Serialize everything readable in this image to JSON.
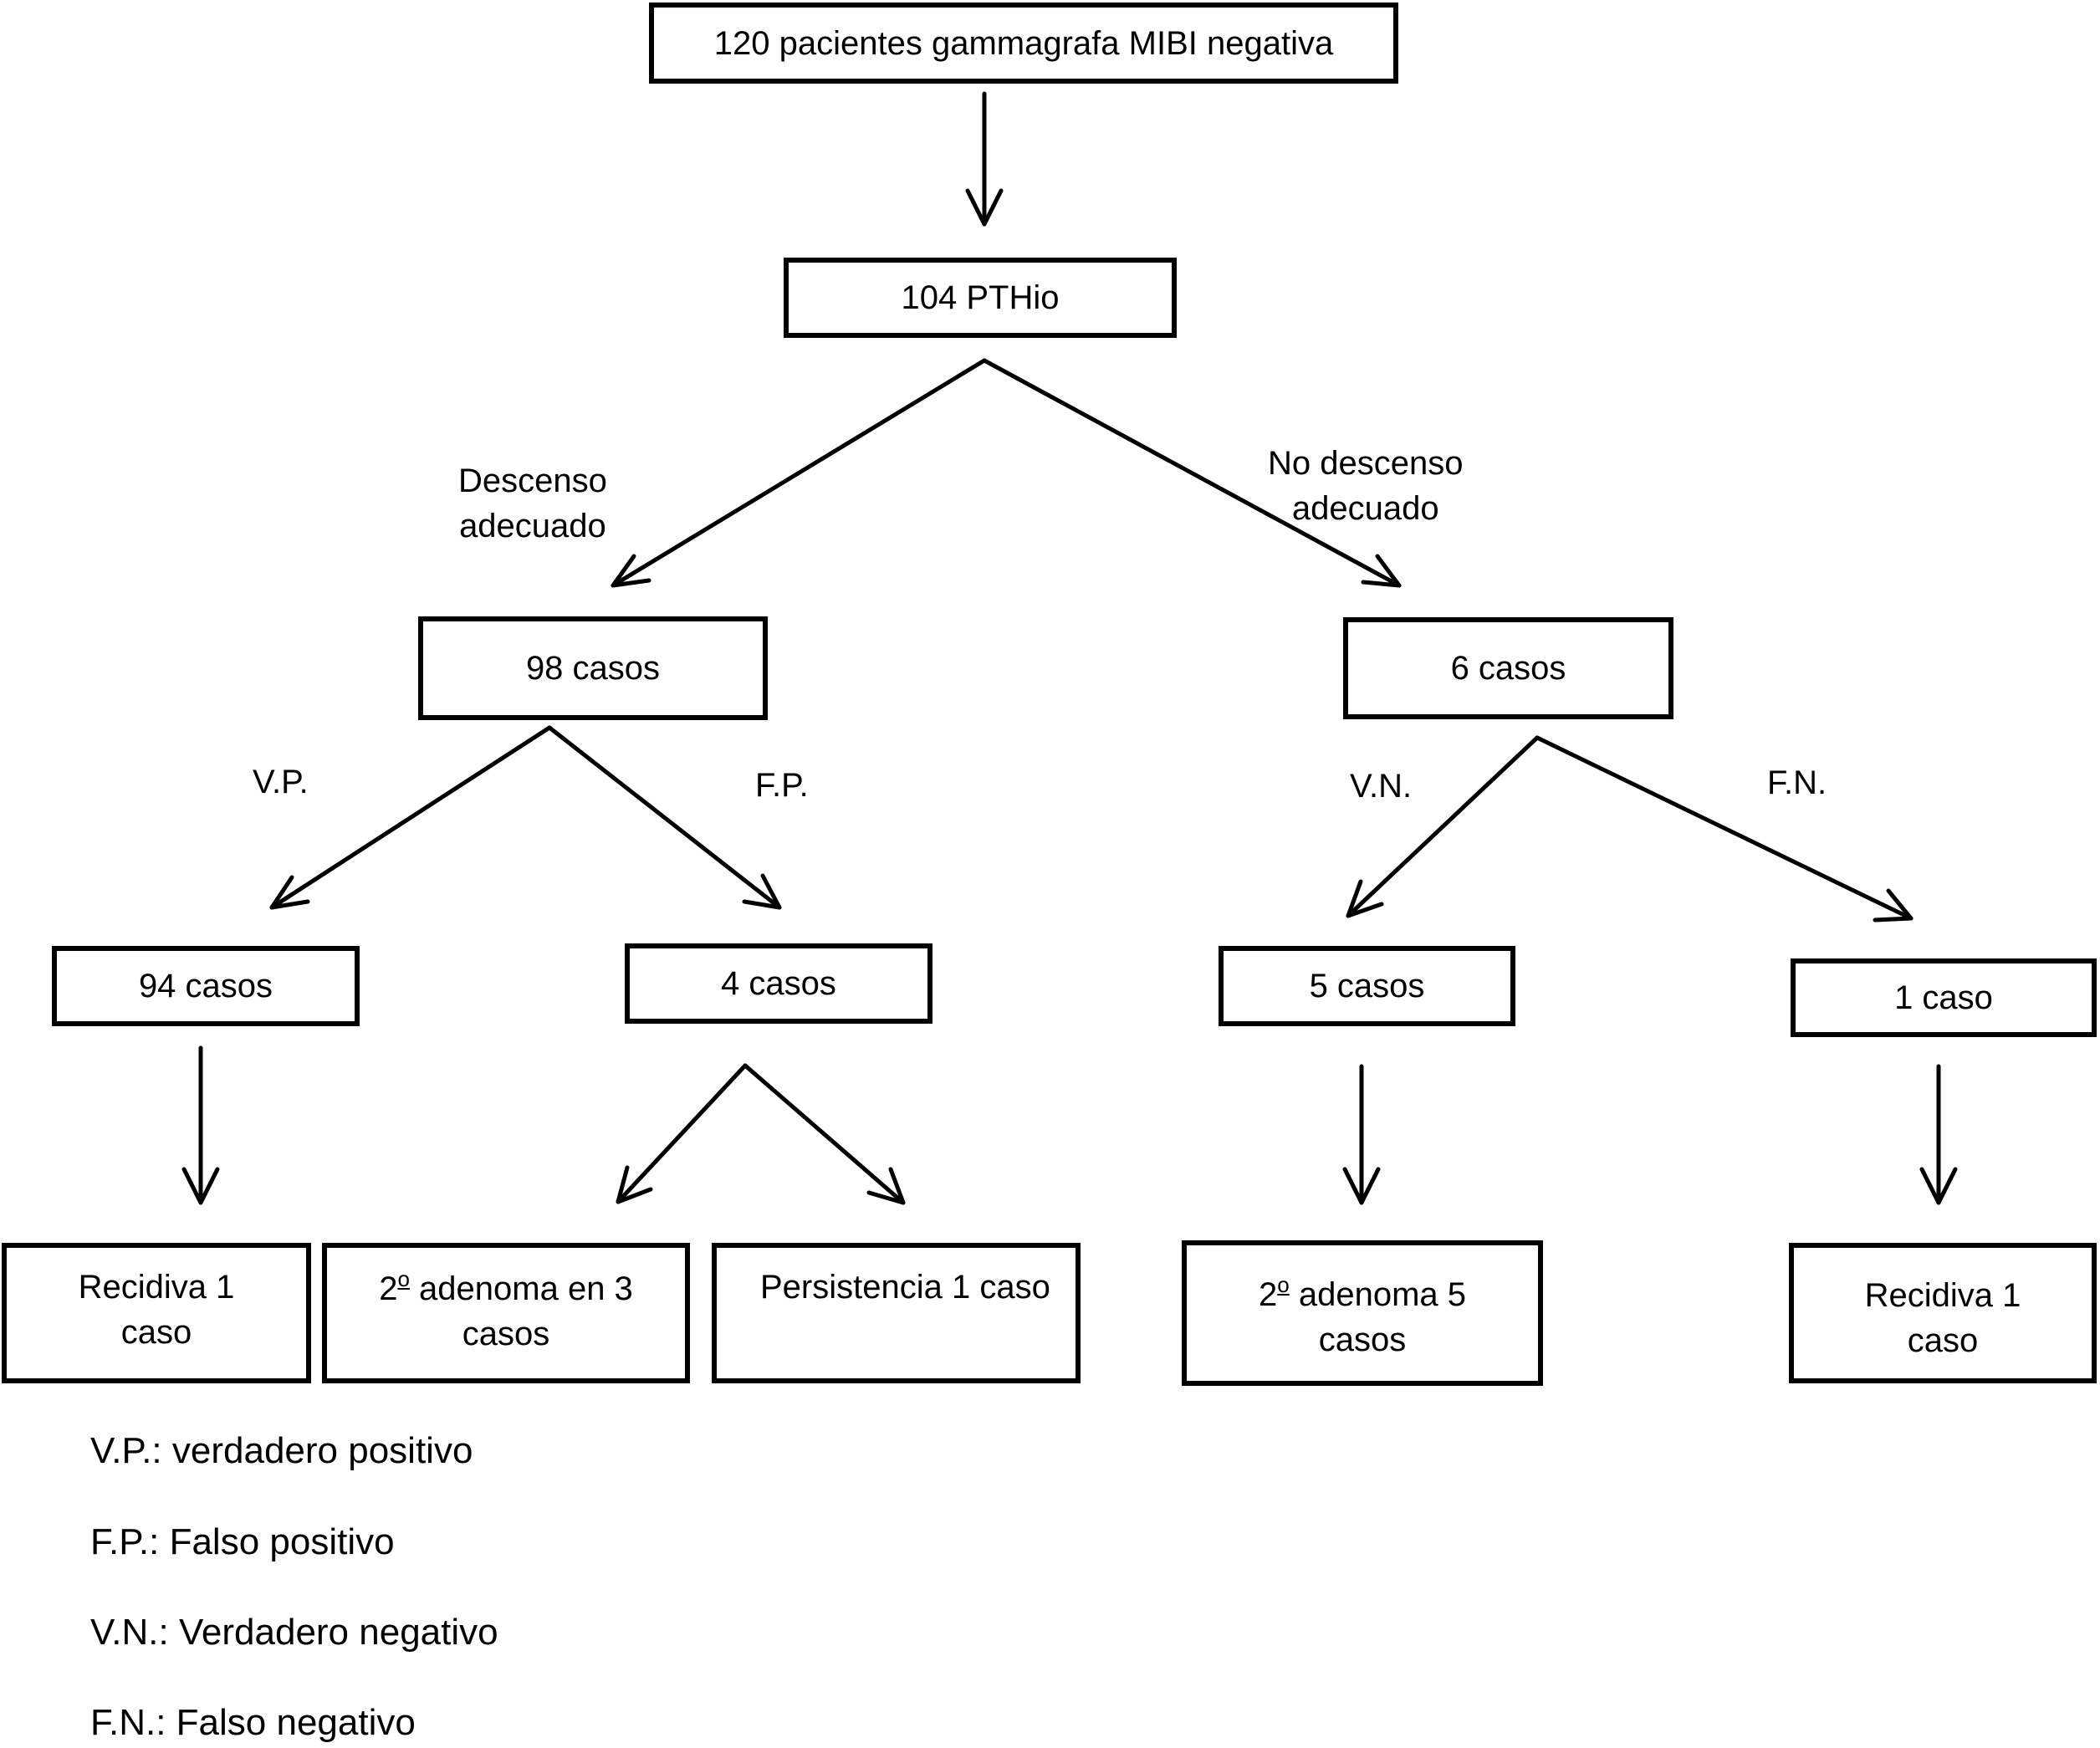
{
  "nodes": {
    "root": "120 pacientes gammagrafa MIBI negativa",
    "pthio": "104 PTHio",
    "left_98": "98 casos",
    "right_6": "6 casos",
    "vp_94": "94 casos",
    "fp_4": "4 casos",
    "vn_5": "5 casos",
    "fn_1": "1 caso",
    "recidiva_left": {
      "line1": "Recidiva 1",
      "line2": "caso"
    },
    "adenoma_3": {
      "prefix": "2",
      "sup": "o",
      "line1_rest": " adenoma en 3",
      "line2": "casos"
    },
    "persistencia": "Persistencia 1 caso",
    "adenoma_5": {
      "prefix": "2",
      "sup": "o",
      "line1_rest": " adenoma 5",
      "line2": "casos"
    },
    "recidiva_right": {
      "line1": "Recidiva 1",
      "line2": "caso"
    }
  },
  "edge_labels": {
    "descenso": {
      "line1": "Descenso",
      "line2": "adecuado"
    },
    "no_descenso": {
      "line1": "No descenso",
      "line2": "adecuado"
    },
    "vp": "V.P.",
    "fp": "F.P.",
    "vn": "V.N.",
    "fn": "F.N."
  },
  "legend": [
    "V.P.: verdadero positivo",
    "F.P.: Falso positivo",
    "V.N.: Verdadero negativo",
    "F.N.: Falso negativo"
  ]
}
